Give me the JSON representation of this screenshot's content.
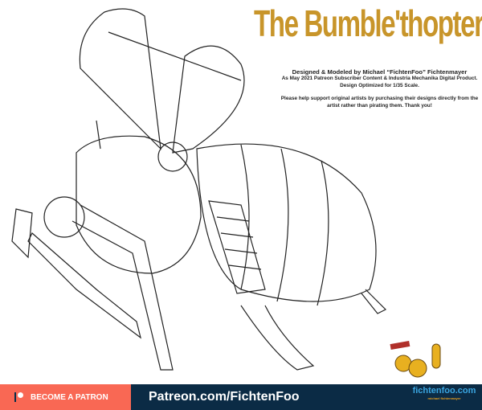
{
  "title": "The Bumble'thopter",
  "credits": {
    "line1": "Designed & Modeled by Michael “FichtenFoo” Fichtenmayer",
    "line2": "As May 2021 Patreon Subscriber Content & Industria Mechanika Digital Product. Design Optimized for 1/35 Scale.",
    "line3": "Please help support original artists by purchasing their designs directly from the artist rather than pirating them. Thank you!"
  },
  "banner": {
    "patron_label": "BECOME A PATRON",
    "url": "Patreon.com/FichtenFoo",
    "logo_main": "fichtenfoo.com",
    "logo_sub": "michael fichtenmayer",
    "colors": {
      "patron": "#f96854",
      "navy": "#0b2b45",
      "title": "#c8952a"
    }
  }
}
